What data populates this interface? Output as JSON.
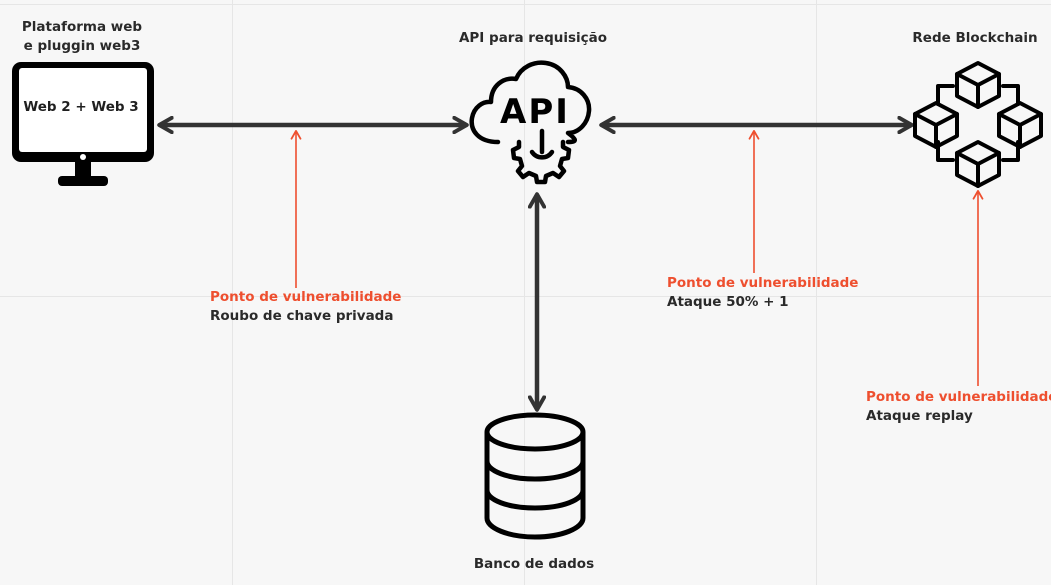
{
  "nodes": {
    "platform": {
      "title_line1": "Plataforma web",
      "title_line2": "e pluggin web3",
      "screen_text": "Web 2 + Web 3",
      "icon": "monitor-icon"
    },
    "api": {
      "title": "API para requisição",
      "icon_text": "API",
      "icon": "cloud-gear-api-icon"
    },
    "blockchain": {
      "title": "Rede Blockchain",
      "icon": "blockchain-network-icon"
    },
    "database": {
      "title": "Banco de dados",
      "icon": "database-icon"
    }
  },
  "vulnerabilities": [
    {
      "title": "Ponto de vulnerabilidade",
      "description": "Roubo de chave privada"
    },
    {
      "title": "Ponto de vulnerabilidade",
      "description": "Ataque 50% + 1"
    },
    {
      "title": "Ponto de vulnerabilidade",
      "description": "Ataque replay"
    }
  ],
  "colors": {
    "background": "#f7f7f7",
    "grid": "#e6e6e6",
    "connector": "#333333",
    "vulnerability": "#ee4f2f",
    "icon_stroke": "#000000"
  }
}
